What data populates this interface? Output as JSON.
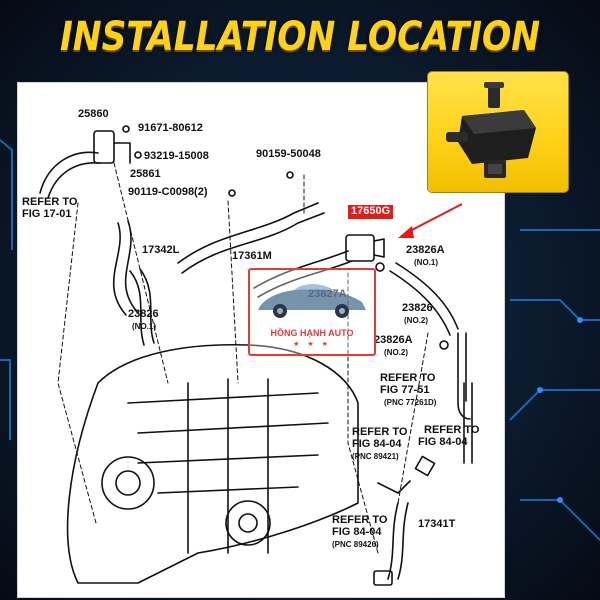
{
  "title": "INSTALLATION LOCATION",
  "watermark": {
    "brand": "HỒNG HẠNH AUTO",
    "stars": "★ ★ ★"
  },
  "colors": {
    "accent": "#ffd21a",
    "highlight": "#e21b1b",
    "background": "#07101d"
  },
  "labels": {
    "p25860": "25860",
    "p91671": "91671-80612",
    "p93219": "93219-15008",
    "p25861": "25861",
    "p90119": "90119-C0098(2)",
    "p90159": "90159-50048",
    "refer17_a": "REFER TO",
    "refer17_b": "FIG 17-01",
    "p17650G": "17650G",
    "p17342L": "17342L",
    "p17361M": "17361M",
    "p23826A_top": "23826A",
    "no1_a": "(NO.1)",
    "p23826_mid": "23826",
    "no2_a": "(NO.2)",
    "p23826_left": "23826",
    "no1_b": "(NO.1)",
    "p23826A_bot": "23826A",
    "no2_b": "(NO.2)",
    "p23827": "23827A",
    "refer77_a": "REFER TO",
    "refer77_b": "FIG 77-51",
    "refer77_c": "(PNC 77261D)",
    "refer84a_a": "REFER TO",
    "refer84a_b": "FIG 84-04",
    "refer84a_c": "(PNC 89421)",
    "refer84b_a": "REFER TO",
    "refer84b_b": "FIG 84-04",
    "refer84c_a": "REFER TO",
    "refer84c_b": "FIG 84-04",
    "refer84c_c": "(PNC 89426)",
    "p17341T": "17341T"
  }
}
